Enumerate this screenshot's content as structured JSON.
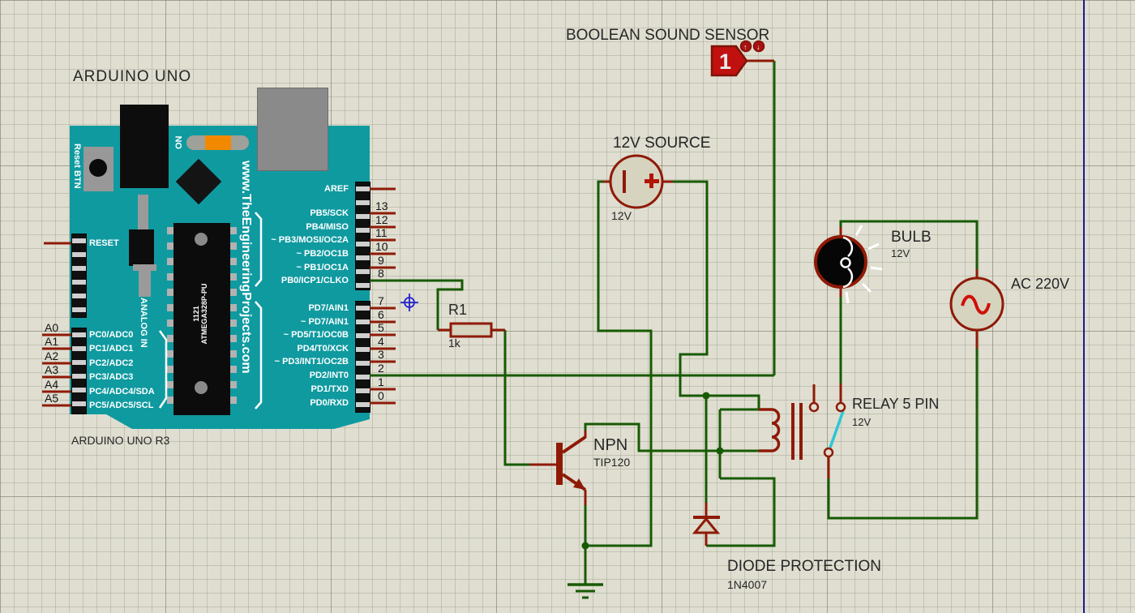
{
  "titles": {
    "sensor": "BOOLEAN SOUND SENSOR",
    "sensor_state": "1",
    "source": "12V SOURCE",
    "source_value": "12V",
    "bulb": "BULB",
    "bulb_value": "12V",
    "ac": "AC 220V",
    "relay": "RELAY 5 PIN",
    "relay_value": "12V",
    "npn": "NPN",
    "npn_value": "TIP120",
    "diode": "DIODE PROTECTION",
    "diode_value": "1N4007",
    "resistor": "R1",
    "resistor_value": "1k"
  },
  "icons": {
    "toggle_up": "↑",
    "toggle_down": "↓"
  },
  "arduino": {
    "title": "ARDUINO UNO",
    "subtitle": "ARDUINO UNO R3",
    "website": "www.TheEngineeringProjects.com",
    "on_label": "ON",
    "reset_btn_label": "Reset BTN",
    "reset_pin_label": "RESET",
    "analog_in_label": "ANALOG IN",
    "chip_line1": "1121",
    "chip_line2": "ATMEGA328P-PU",
    "right_top": [
      {
        "num": "",
        "label": "AREF"
      },
      {
        "num": "13",
        "label": "PB5/SCK"
      },
      {
        "num": "12",
        "label": "PB4/MISO"
      },
      {
        "num": "11",
        "label": "~ PB3/MOSI/OC2A"
      },
      {
        "num": "10",
        "label": "~ PB2/OC1B"
      },
      {
        "num": "9",
        "label": "~ PB1/OC1A"
      },
      {
        "num": "8",
        "label": "PB0/ICP1/CLKO"
      }
    ],
    "right_bottom": [
      {
        "num": "7",
        "label": "PD7/AIN1"
      },
      {
        "num": "6",
        "label": "~ PD7/AIN1"
      },
      {
        "num": "5",
        "label": "~ PD5/T1/OC0B"
      },
      {
        "num": "4",
        "label": "PD4/T0/XCK"
      },
      {
        "num": "3",
        "label": "~ PD3/INT1/OC2B"
      },
      {
        "num": "2",
        "label": "PD2/INT0"
      },
      {
        "num": "1",
        "label": "PD1/TXD"
      },
      {
        "num": "0",
        "label": "PD0/RXD"
      }
    ],
    "analog_left": [
      {
        "pin": "A0",
        "label": "PC0/ADC0"
      },
      {
        "pin": "A1",
        "label": "PC1/ADC1"
      },
      {
        "pin": "A2",
        "label": "PC2/ADC2"
      },
      {
        "pin": "A3",
        "label": "PC3/ADC3"
      },
      {
        "pin": "A4",
        "label": "PC4/ADC4/SDA"
      },
      {
        "pin": "A5",
        "label": "PC5/ADC5/SCL"
      }
    ]
  },
  "colors": {
    "wire_green": "#175a01",
    "component_red": "#8e1a06",
    "board_teal": "#0f9aa0",
    "armature_cyan": "#2cc7d4",
    "flag_red": "#c01010",
    "led_orange": "#f28900",
    "sheet_border_blue": "#1b1b8e"
  }
}
